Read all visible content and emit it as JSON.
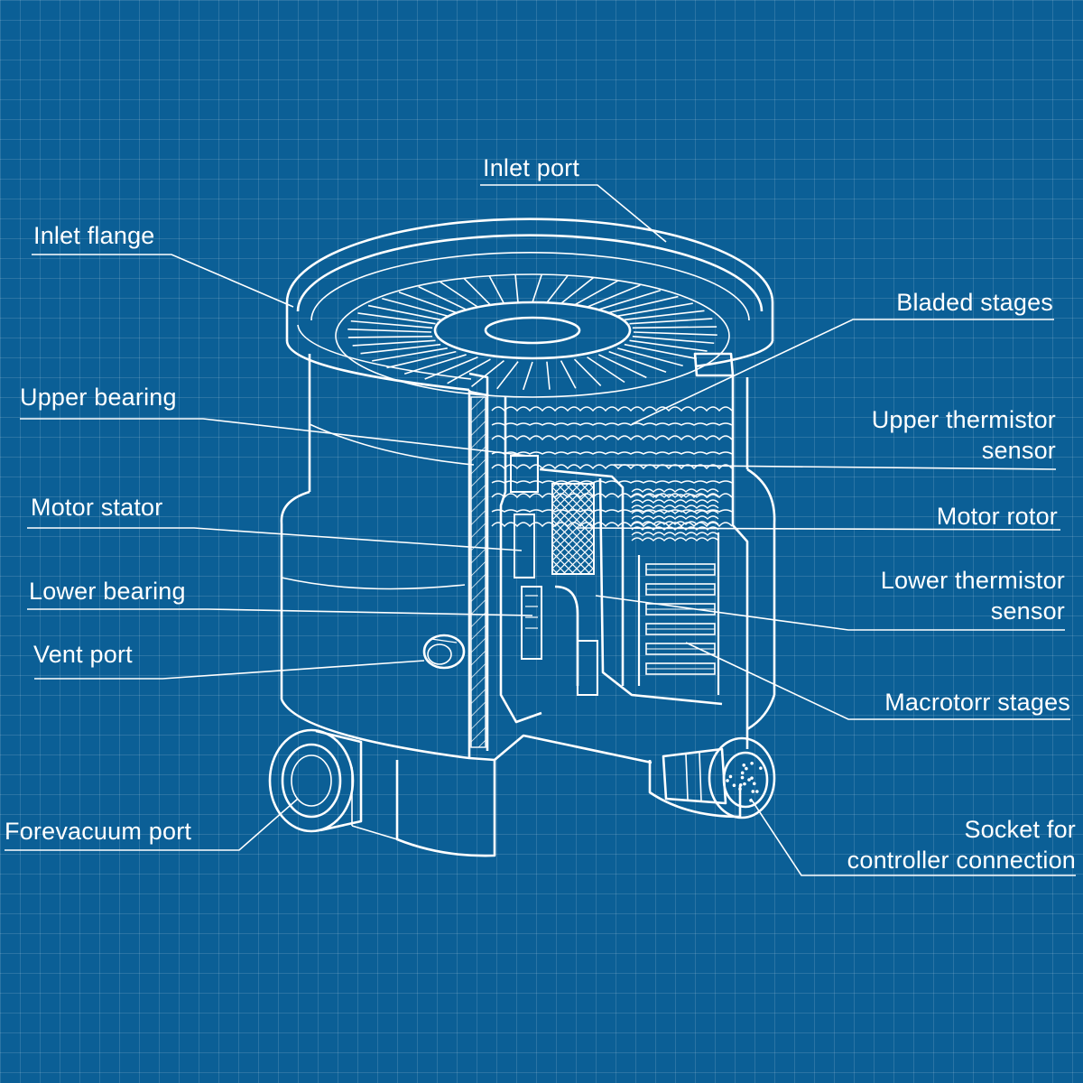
{
  "labels": {
    "inlet_port": "Inlet port",
    "inlet_flange": "Inlet flange",
    "bladed_stages": "Bladed stages",
    "upper_bearing": "Upper bearing",
    "upper_thermistor_line1": "Upper thermistor",
    "upper_thermistor_line2": "sensor",
    "motor_stator": "Motor stator",
    "motor_rotor": "Motor rotor",
    "lower_bearing": "Lower bearing",
    "lower_thermistor_line1": "Lower thermistor",
    "lower_thermistor_line2": "sensor",
    "vent_port": "Vent port",
    "macrotorr_stages": "Macrotorr stages",
    "forevacuum_port": "Forevacuum port",
    "socket_line1": "Socket for",
    "socket_line2": "controller connection"
  },
  "colors": {
    "background": "#0b5f96",
    "grid": "#ffffff",
    "line": "#ffffff"
  }
}
